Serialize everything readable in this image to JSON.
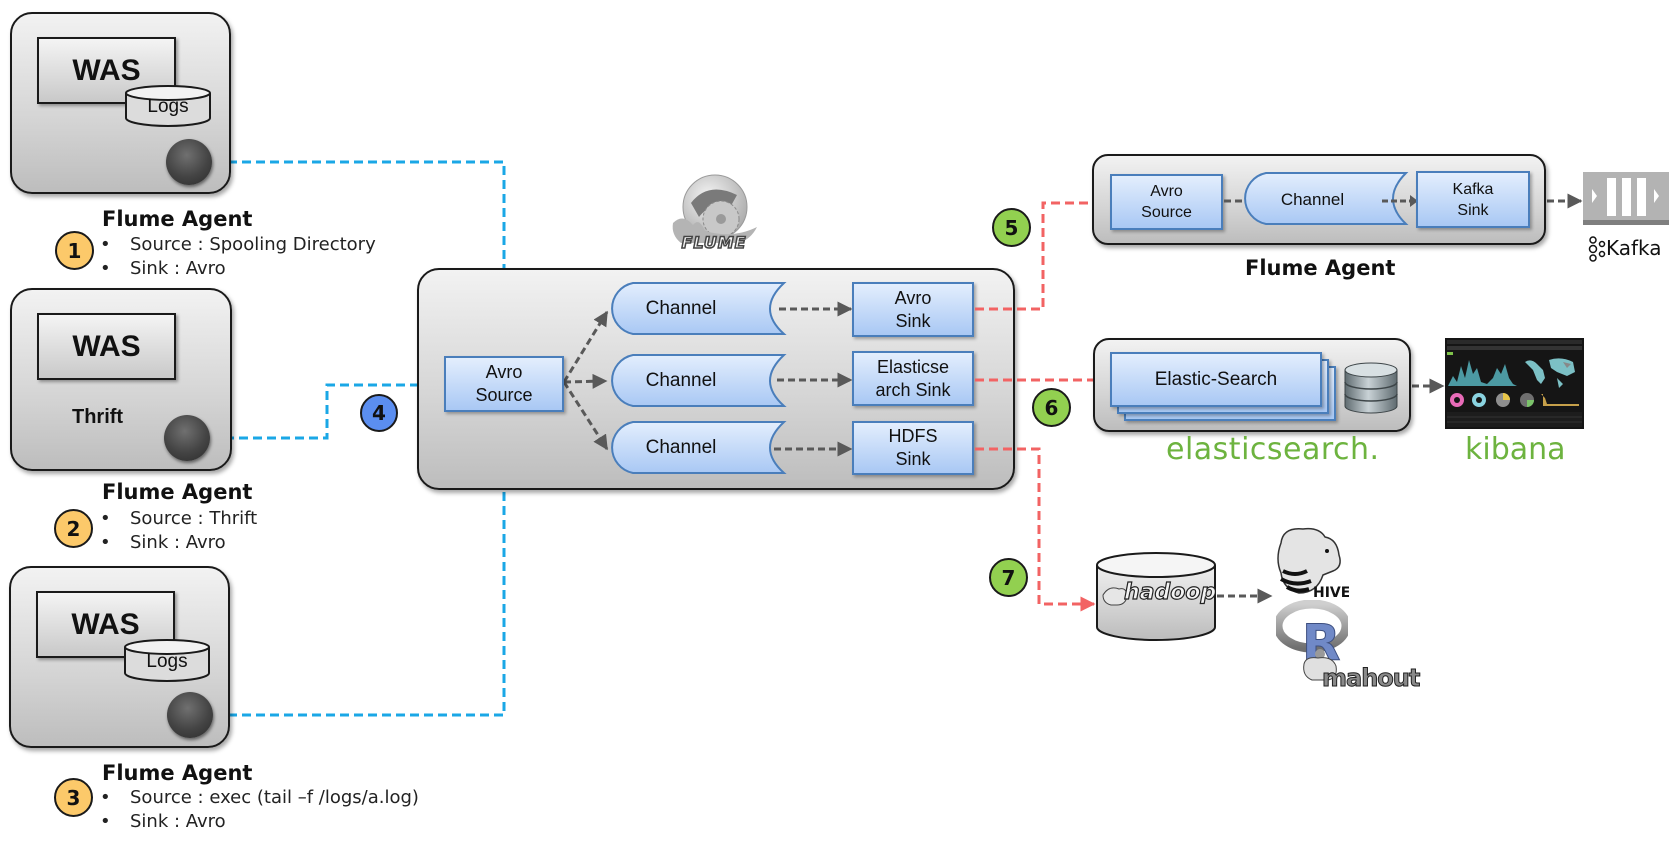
{
  "agents_left": [
    {
      "server_label": "WAS",
      "store_label": "Logs",
      "title": "Flume Agent",
      "number": "1",
      "bullets": [
        "Source : Spooling Directory",
        "Sink : Avro"
      ]
    },
    {
      "server_label": "WAS",
      "store_label": "Thrift",
      "title": "Flume Agent",
      "number": "2",
      "bullets": [
        "Source : Thrift",
        "Sink : Avro"
      ]
    },
    {
      "server_label": "WAS",
      "store_label": "Logs",
      "title": "Flume Agent",
      "number": "3",
      "bullets": [
        "Source : exec (tail –f /logs/a.log)",
        "Sink : Avro"
      ]
    }
  ],
  "collector": {
    "logo_label": "FLUME",
    "step_number": "4",
    "source_label": "Avro\nSource",
    "channels": [
      "Channel",
      "Channel",
      "Channel"
    ],
    "sinks": [
      "Avro\nSink",
      "Elasticse\narch Sink",
      "HDFS\nSink"
    ]
  },
  "outputs": {
    "kafka_agent": {
      "step_number": "5",
      "source_label": "Avro\nSource",
      "channel_label": "Channel",
      "sink_label": "Kafka\nSink",
      "title": "Flume Agent",
      "kafka_label": "Kafka"
    },
    "elastic": {
      "step_number": "6",
      "card_label": "Elastic-Search",
      "brand_label": "elasticsearch.",
      "kibana_label": "kibana"
    },
    "hadoop": {
      "step_number": "7",
      "store_label": "hadoop",
      "tools": [
        "HIVE",
        "R",
        "mahout"
      ]
    }
  },
  "colors": {
    "agent_link": "#1aa7e6",
    "output_link": "#f26363",
    "internal_link": "#595959",
    "brand_green": "#6db33f",
    "step_yellow": "#fcc96a",
    "step_blue": "#5b8ef0",
    "step_green": "#92d050"
  }
}
